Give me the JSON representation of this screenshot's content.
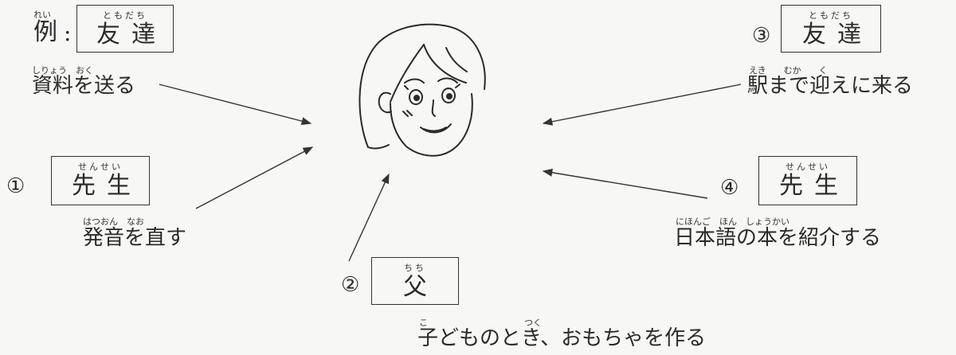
{
  "example": {
    "label": "例",
    "label_reading": "れい",
    "colon": ":",
    "person": "友達",
    "person_reading": "ともだち",
    "sentence": "資料を送る",
    "sentence_reading": "しりょう　おく"
  },
  "items": [
    {
      "marker": "①",
      "person": "先生",
      "person_reading": "せんせい",
      "sentence": "発音を直す",
      "sentence_reading": "はつおん　なお"
    },
    {
      "marker": "②",
      "person": "父",
      "person_reading": "ちち",
      "sentence": "子どものとき、おもちゃを作る",
      "sentence_reading": "こ　　　　　　　　　　　つく"
    },
    {
      "marker": "③",
      "person": "友達",
      "person_reading": "ともだち",
      "sentence": "駅まで迎えに来る",
      "sentence_reading": "えき　　むか　　く"
    },
    {
      "marker": "④",
      "person": "先生",
      "person_reading": "せんせい",
      "sentence": "日本語の本を紹介する",
      "sentence_reading": "にほんご　ほん　しょうかい"
    }
  ],
  "colors": {
    "ink": "#2a2a2a",
    "paper": "#f7f7f5"
  },
  "center_figure": "woman-face-illustration"
}
